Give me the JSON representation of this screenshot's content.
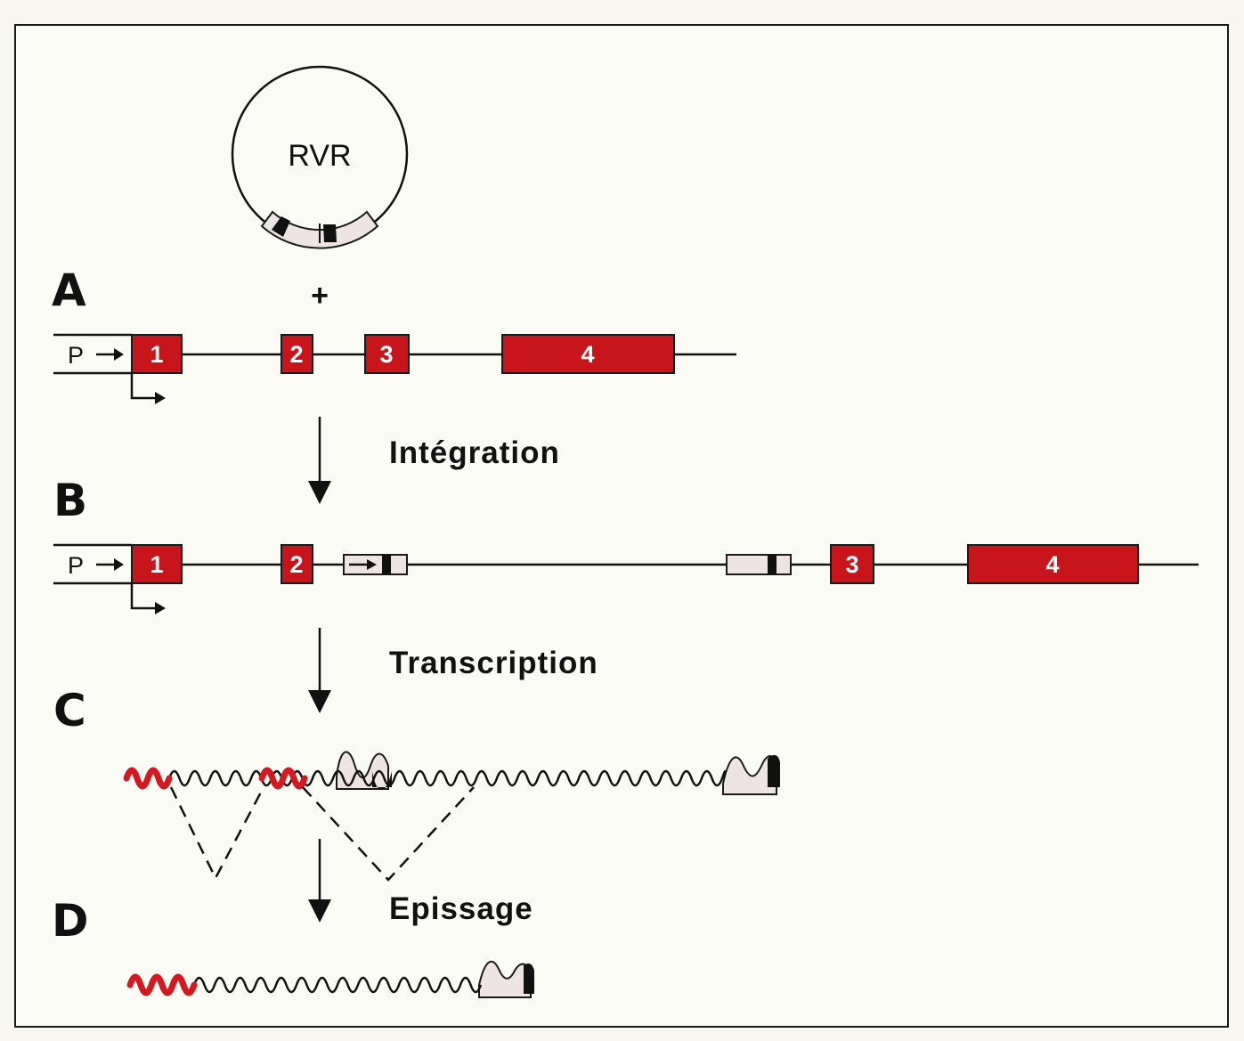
{
  "plasmid": {
    "label": "RVR",
    "plus": "+"
  },
  "panels": [
    "A",
    "B",
    "C",
    "D"
  ],
  "steps": [
    "Intégration",
    "Transcription",
    "Epissage"
  ],
  "promoter_label": "P",
  "genome_a": {
    "exons": [
      "1",
      "2",
      "3",
      "4"
    ]
  },
  "genome_b": {
    "exons": [
      "1",
      "2",
      "3",
      "4"
    ]
  },
  "colors": {
    "exon": "#c8151b",
    "ltr": "#efe4e4",
    "mrna_exon": "#d41920",
    "line": "#111111"
  }
}
